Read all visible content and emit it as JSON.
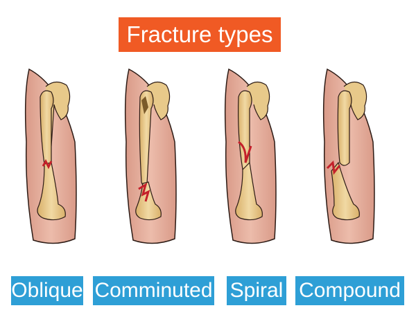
{
  "title": "Fracture types",
  "colors": {
    "title_bg": "#f05a24",
    "label_bg": "#2e9fd6",
    "skin": "#e9b7a6",
    "bone": "#e8c98a",
    "marrow": "#7a5a2a",
    "fracture": "#c4202a",
    "outline": "#2b1a14"
  },
  "fracture_types": [
    {
      "label": "Oblique"
    },
    {
      "label": "Comminuted"
    },
    {
      "label": "Spiral"
    },
    {
      "label": "Compound"
    }
  ]
}
